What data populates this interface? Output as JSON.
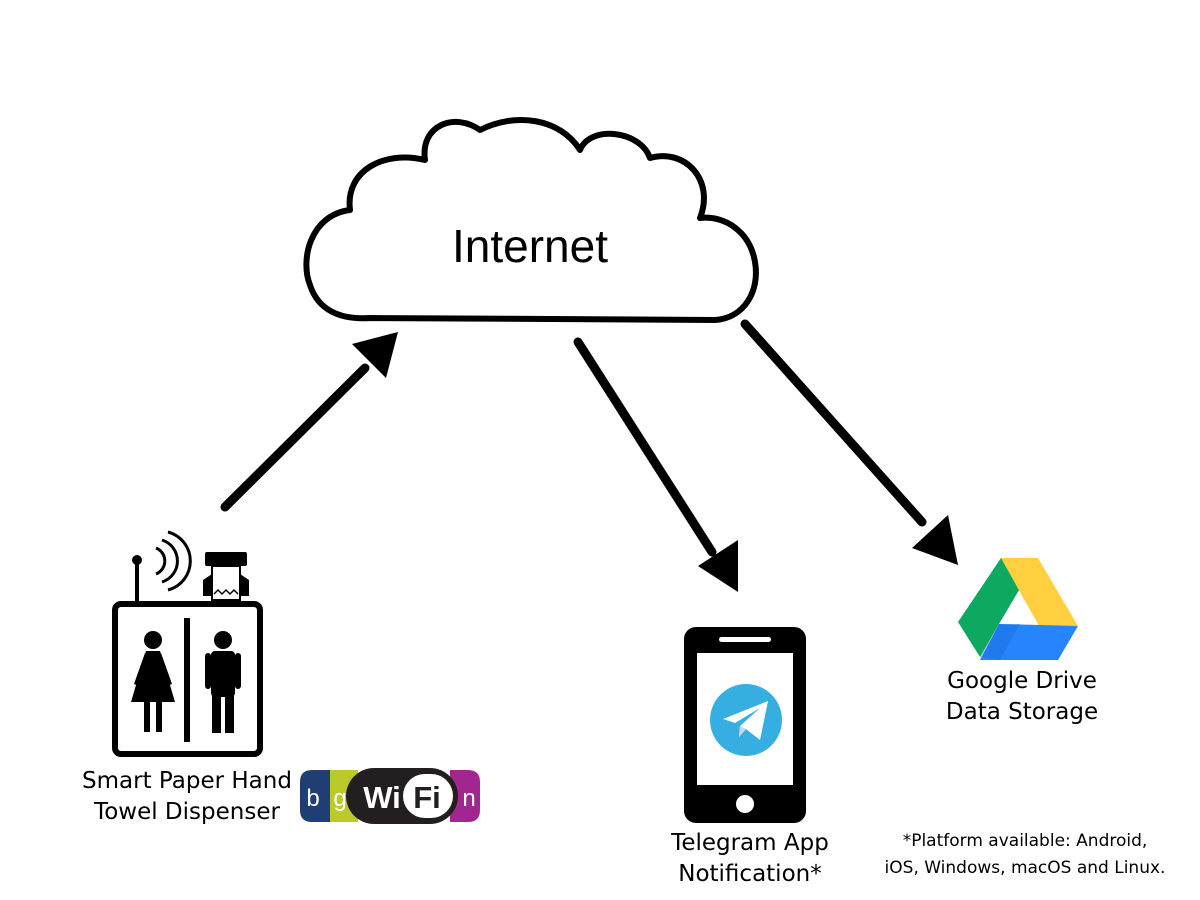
{
  "cloud": {
    "label": "Internet",
    "icon": "cloud-icon"
  },
  "nodes": {
    "dispenser": {
      "line1": "Smart Paper Hand",
      "line2": "Towel Dispenser",
      "icon": "restroom-dispenser-icon"
    },
    "wifi_badge": {
      "left_letters": [
        "b",
        "g"
      ],
      "wi": "Wi",
      "fi": "Fi",
      "right_letter": "n",
      "colors": {
        "b": "#1f3f74",
        "g": "#bcc92a",
        "n": "#a2268f",
        "pill": "#231f20",
        "fi_pill": "#ffffff"
      }
    },
    "telegram": {
      "line1": "Telegram App",
      "line2": "Notification*",
      "icon": "telegram-icon",
      "colors": {
        "circle": "#37aee2",
        "plane": "#ffffff"
      }
    },
    "gdrive": {
      "line1": "Google Drive",
      "line2": "Data Storage",
      "icon": "google-drive-icon",
      "colors": {
        "green": "#0da960",
        "yellow": "#ffcf3f",
        "blue": "#2684fc",
        "dark_blue": "#1967d2"
      }
    }
  },
  "note": {
    "line1": "*Platform available: Android,",
    "line2": "iOS, Windows, macOS and Linux."
  },
  "arrows": [
    {
      "from": "dispenser",
      "to": "cloud"
    },
    {
      "from": "cloud",
      "to": "telegram"
    },
    {
      "from": "cloud",
      "to": "gdrive"
    }
  ]
}
